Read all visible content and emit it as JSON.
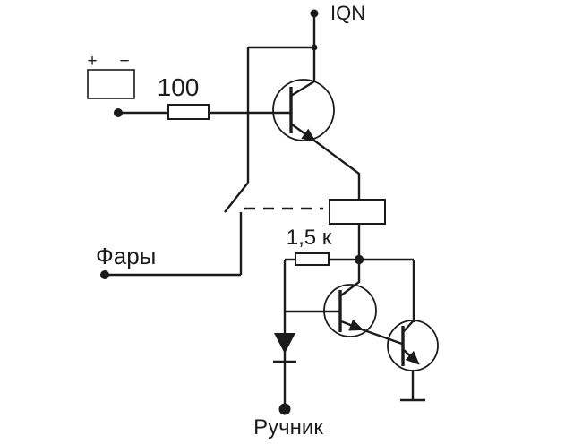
{
  "diagram": {
    "type": "circuit-schematic",
    "colors": {
      "line": "#1b1b1b",
      "background": "#ffffff"
    },
    "labels": {
      "power_terminal": "IQN",
      "series_resistor_value": "100",
      "base_resistor_value": "1,5 к",
      "headlights_terminal": "Фары",
      "handbrake_terminal": "Ручник",
      "battery_plus": "+",
      "battery_minus": "−"
    }
  }
}
